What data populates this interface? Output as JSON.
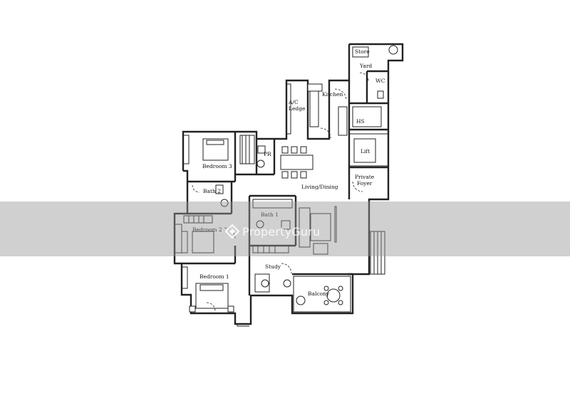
{
  "rooms": {
    "store": "Store",
    "yard": "Yard",
    "wc": "WC",
    "kitchen": "Kitchen",
    "ac_ledge": "A/C\nLedge",
    "hs": "HS",
    "lift": "Lift",
    "private_foyer": "Private\nFoyer",
    "pr": "PR",
    "bedroom3": "Bedroom 3",
    "bath2": "Bath 2",
    "living_dining": "Living/Dining",
    "bath1": "Bath 1",
    "bedroom2": "Bedroom 2",
    "bedroom1": "Bedroom 1",
    "study": "Study",
    "balcony": "Balcony"
  },
  "watermark": {
    "brand": "PropertyGuru",
    "icon": "propertyguru-logo-icon"
  }
}
